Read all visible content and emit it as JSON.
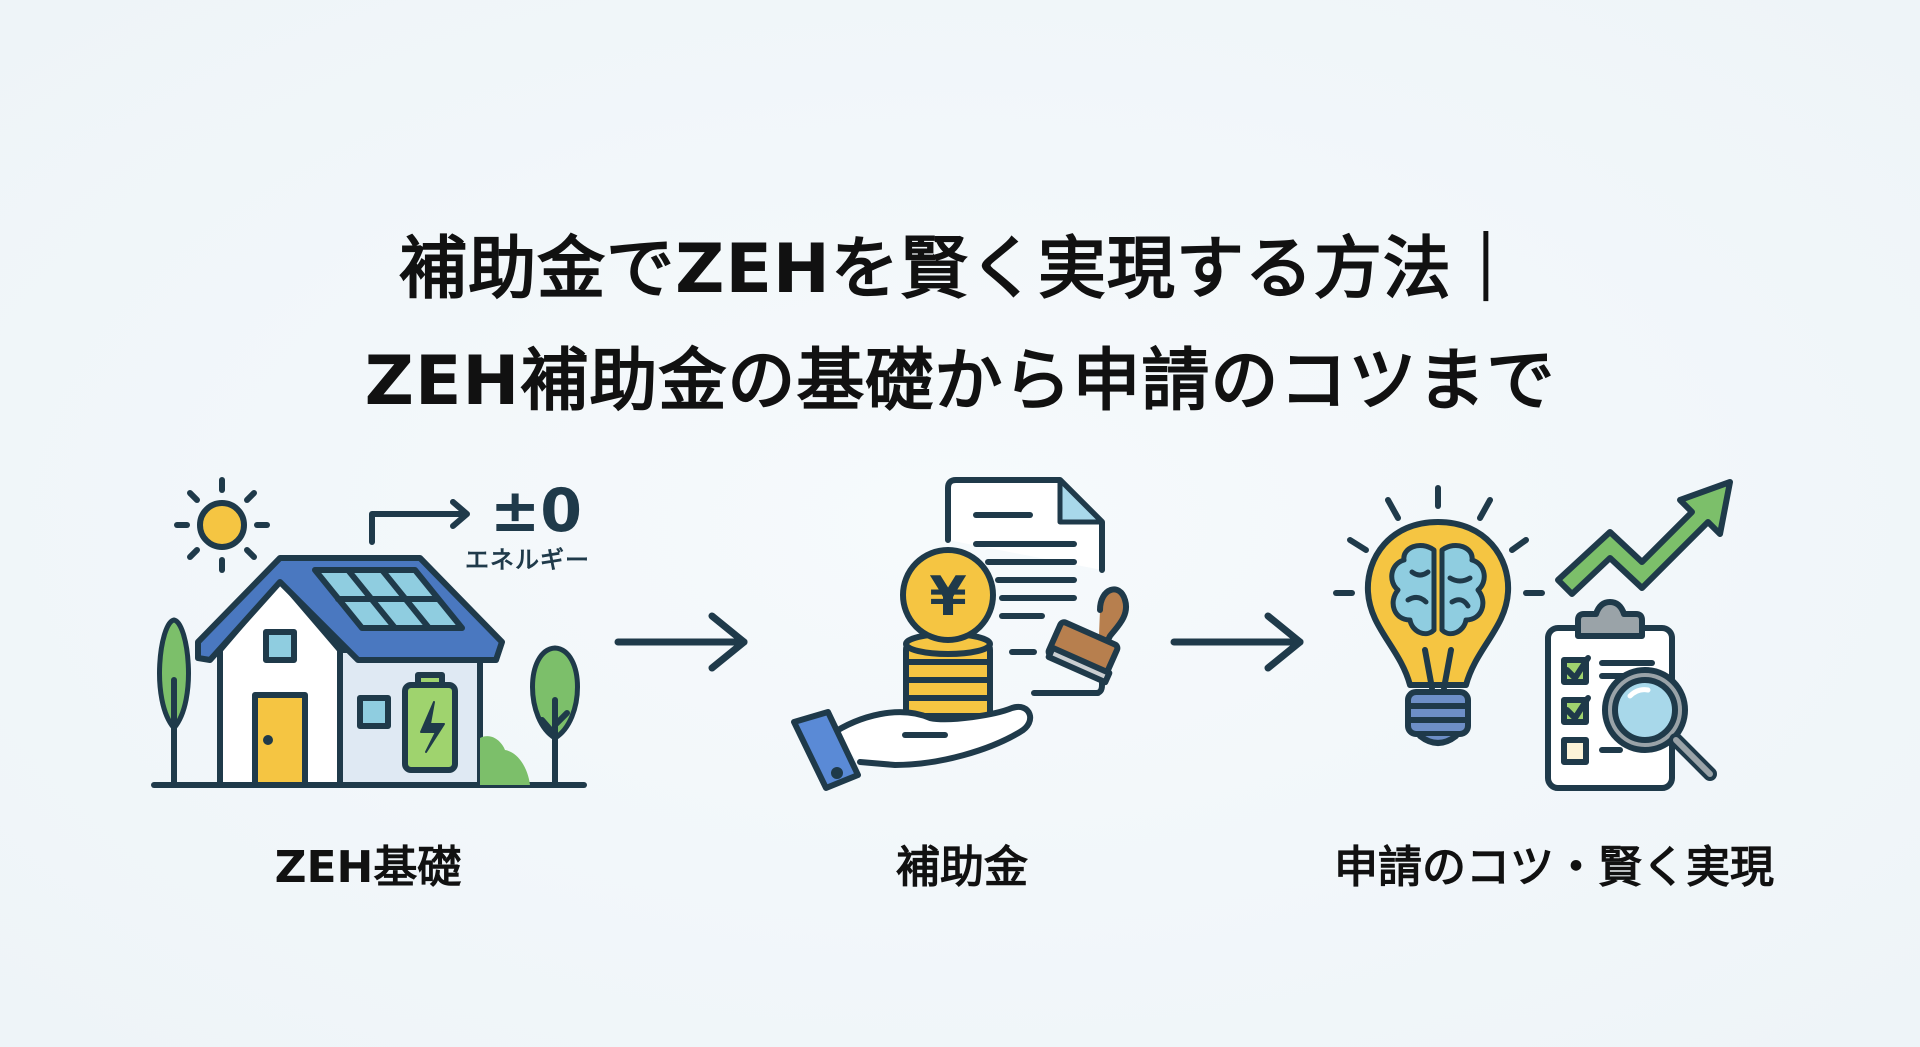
{
  "title": {
    "line1": "補助金でZEHを賢く実現する方法｜",
    "line2": "ZEH補助金の基礎から申請のコツまで"
  },
  "steps": [
    {
      "label": "ZEH基礎",
      "icon": "zeh-house-icon",
      "annotation": {
        "value": "±0",
        "caption": "エネルギー"
      }
    },
    {
      "label": "補助金",
      "icon": "subsidy-hand-coins-document-icon",
      "coin_symbol": "¥"
    },
    {
      "label": "申請のコツ・賢く実現",
      "icon": "lightbulb-brain-checklist-icon"
    }
  ],
  "connectors": [
    "arrow-right-icon",
    "arrow-right-icon"
  ],
  "colors": {
    "background": "#f2f7fa",
    "ink": "#1f3a4a",
    "text": "#111111",
    "yellow": "#f5c542",
    "roof_blue": "#4a78c0",
    "panel_blue": "#8fcde0",
    "green": "#7cbf6a",
    "wall_blue": "#dfe9f3",
    "stamp_brown": "#b77f4e",
    "grey": "#9aa3a8"
  }
}
